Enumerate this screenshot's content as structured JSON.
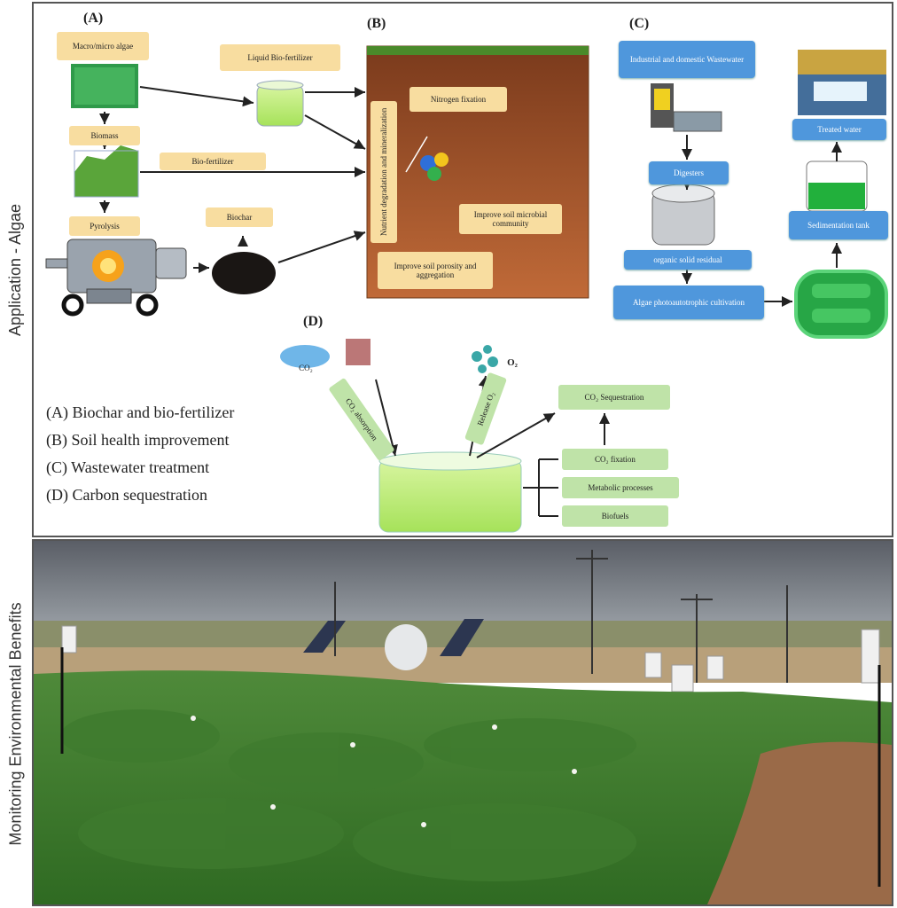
{
  "side_labels": {
    "top": "Application - Algae",
    "bottom": "Monitoring Environmental Benefits"
  },
  "panels": {
    "a": {
      "letter": "(A)",
      "microalgae": "Macro/micro algae",
      "biomass": "Biomass",
      "pyrolysis": "Pyrolysis",
      "biochar": "Biochar",
      "liquid_fertilizer": "Liquid Bio-fertilizer",
      "bio_fertilizer": "Bio-fertilizer"
    },
    "b": {
      "letter": "(B)",
      "nitrogen_fixation": "Nitrogen fixation",
      "nutrient": "Nutrient degradation and mineralization",
      "microbial": "Improve soil microbial community",
      "porosity": "Improve soil porosity and aggregation"
    },
    "c": {
      "letter": "(C)",
      "wastewater": "Industrial and domestic Wastewater",
      "digesters": "Digesters",
      "organic": "organic solid residual",
      "photoautotrophic": "Algae photoautotrophic cultivation",
      "sedimentation": "Sedimentation tank",
      "treated": "Treated water"
    },
    "d": {
      "letter": "(D)",
      "co2_sequestration": "CO₂ Sequestration",
      "co2_fixation": "CO₂ fixation",
      "metabolic": "Metabolic processes",
      "biofuels": "Biofuels",
      "co2_absorption": "CO₂ absorption",
      "release_o2": "Release O₂",
      "co2_cloud": "CO₂",
      "o2": "O₂"
    }
  },
  "legend": [
    "(A) Biochar and bio-fertilizer",
    "(B) Soil health improvement",
    "(C) Wastewater treatment",
    "(D) Carbon sequestration"
  ]
}
